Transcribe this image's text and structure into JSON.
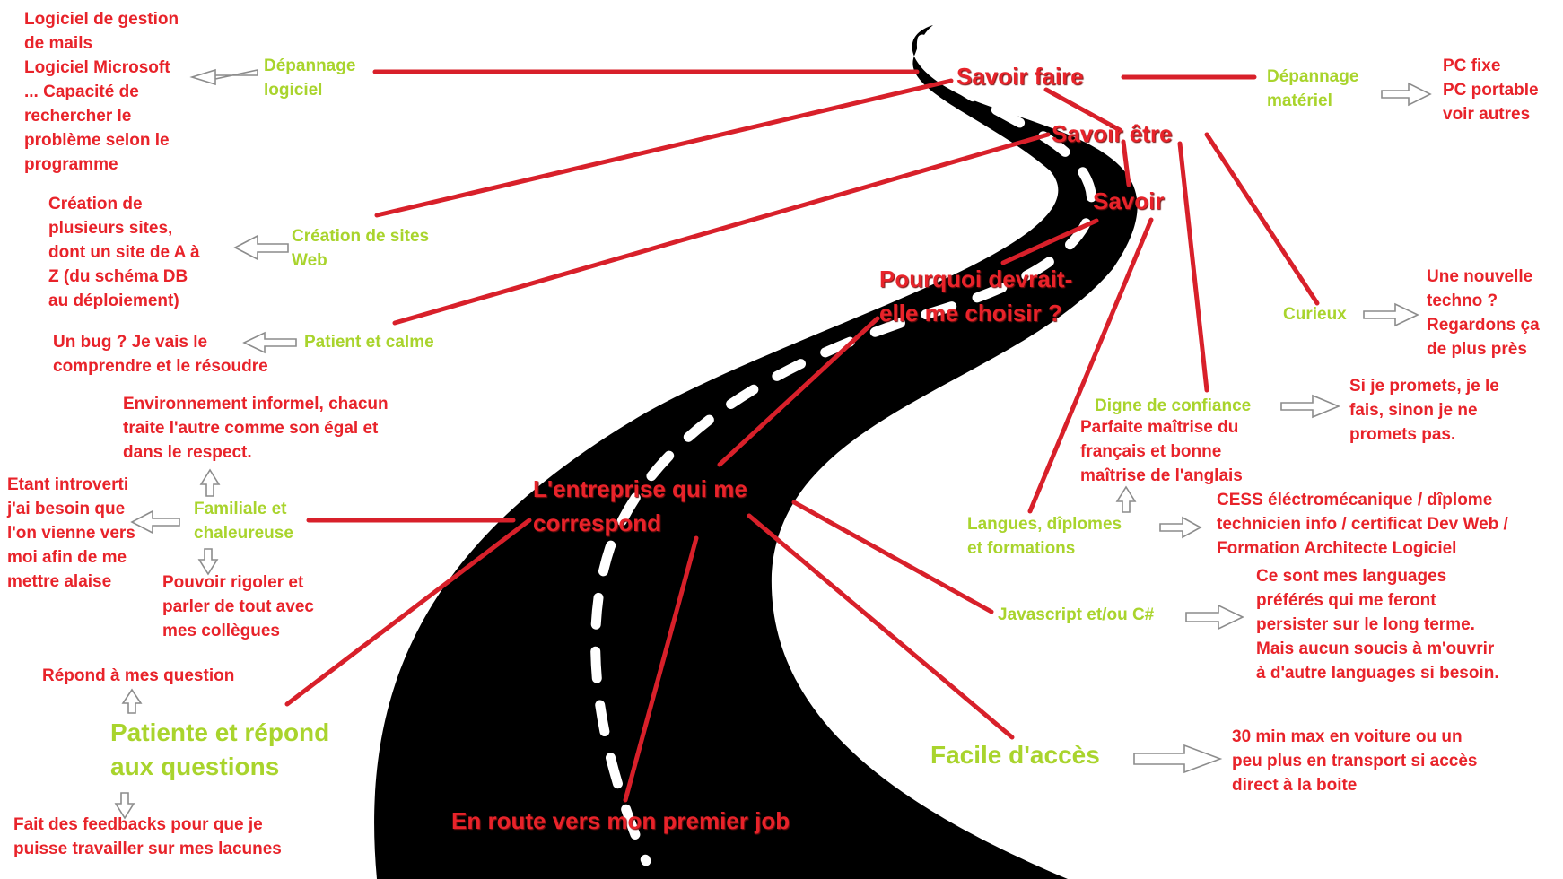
{
  "colors": {
    "label_red": "#e8232a",
    "label_green": "#a9d42d",
    "road": "#000000",
    "road_marking": "#ffffff",
    "connector": "#d8202a"
  },
  "icons": {
    "road": "winding-road-illustration",
    "arrow": "outlined-arrow-icon"
  },
  "labels": {
    "savoir_faire": "Savoir faire",
    "savoir_etre": "Savoir être",
    "savoir": "Savoir",
    "pourquoi": "Pourquoi devrait-\nelle me choisir ?",
    "entreprise": "L'entreprise qui me\ncorrespond",
    "en_route": "En route vers mon premier job",
    "depannage_logiciel": "Dépannage\nlogiciel",
    "logiciel_detail": "Logiciel de gestion\nde mails\nLogiciel Microsoft\n... Capacité de\nrechercher le\nproblème selon le\nprogramme",
    "depannage_materiel": "Dépannage\nmatériel",
    "materiel_detail": "PC fixe\nPC portable\nvoir autres",
    "creation_sites": "Création de sites\nWeb",
    "creation_detail": "Création de\nplusieurs sites,\ndont un site de A à\nZ (du schéma DB\nau déploiement)",
    "patient": "Patient et calme",
    "patient_detail": "Un bug ? Je vais le\ncomprendre et le résoudre",
    "curieux": "Curieux",
    "curieux_detail": "Une nouvelle\ntechno ?\nRegardons ça\nde plus près",
    "digne": "Digne de confiance",
    "digne_detail": "Si je promets, je le\nfais, sinon je ne\npromets pas.",
    "langues_detail_fr": "Parfaite maîtrise du\nfrançais et bonne\nmaîtrise de l'anglais",
    "langues": "Langues, dîplomes\net formations",
    "diplomes_detail": "CESS éléctromécanique / dîplome\ntechnicien info / certificat Dev Web /\nFormation Architecte Logiciel",
    "javascript": "Javascript et/ou C#",
    "javascript_detail": "Ce sont mes languages\npréférés qui me feront\npersister sur le long terme.\nMais aucun soucis à m'ouvrir\nà d'autre languages si besoin.",
    "facile": "Facile d'accès",
    "facile_detail": "30 min max en voiture ou un\npeu plus en transport si accès\ndirect à la boite",
    "environnement": "Environnement informel, chacun\ntraite l'autre comme son égal et\ndans le respect.",
    "familiale": "Familiale et\nchaleureuse",
    "introverti": "Etant introverti\nj'ai besoin que\nl'on vienne vers\nmoi afin de me\nmettre alaise",
    "rigoler": "Pouvoir rigoler et\nparler de tout avec\nmes collègues",
    "repond": "Répond à mes question",
    "patiente": "Patiente et répond\naux questions",
    "feedbacks": "Fait des feedbacks pour que je\npuisse travailler sur mes lacunes"
  }
}
